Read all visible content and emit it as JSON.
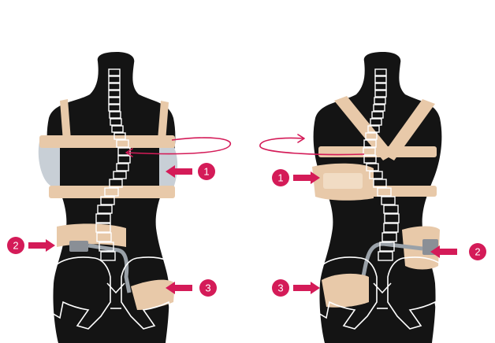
{
  "colors": {
    "background": "#ffffff",
    "mannequin": "#141414",
    "strap": "#e8c9a9",
    "strap_dark": "#c9a481",
    "pad": "#c8cfd6",
    "marker": "#d41b58",
    "outline": "#ffffff"
  },
  "markers": [
    {
      "id": "front-1",
      "label": "1"
    },
    {
      "id": "front-2",
      "label": "2"
    },
    {
      "id": "front-3",
      "label": "3"
    },
    {
      "id": "back-1",
      "label": "1"
    },
    {
      "id": "back-2",
      "label": "2"
    },
    {
      "id": "back-3",
      "label": "3"
    }
  ]
}
